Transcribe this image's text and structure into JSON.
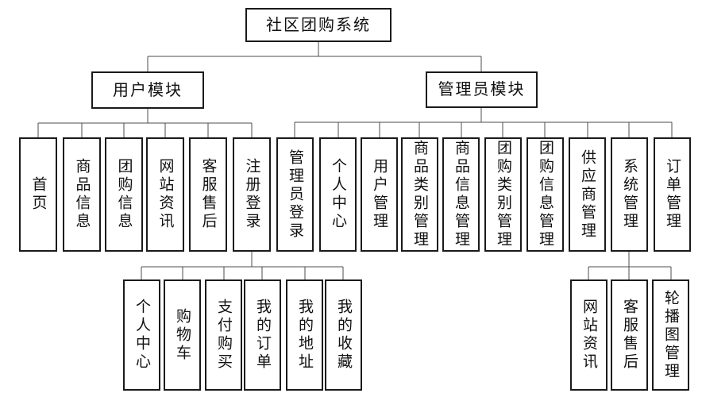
{
  "diagram": {
    "root": {
      "label": "社区团购系统"
    },
    "modules": [
      {
        "label": "用户模块",
        "children": [
          "首页",
          "商品信息",
          "团购信息",
          "网站资讯",
          "客服售后",
          "注册登录"
        ]
      },
      {
        "label": "管理员模块",
        "children": [
          "管理员登录",
          "个人中心",
          "用户管理",
          "商品类别管理",
          "商品信息管理",
          "团购类别管理",
          "团购信息管理",
          "供应商管理",
          "系统管理",
          "订单管理"
        ]
      }
    ],
    "register_login_children": [
      "个人中心",
      "购物车",
      "支付购买",
      "我的订单",
      "我的地址",
      "我的收藏"
    ],
    "system_management_children": [
      "网站资讯",
      "客服售后",
      "轮播图管理"
    ]
  },
  "colors": {
    "background": "#ffffff",
    "box_border": "#1a1a1a",
    "connector": "#4d4d4d"
  }
}
